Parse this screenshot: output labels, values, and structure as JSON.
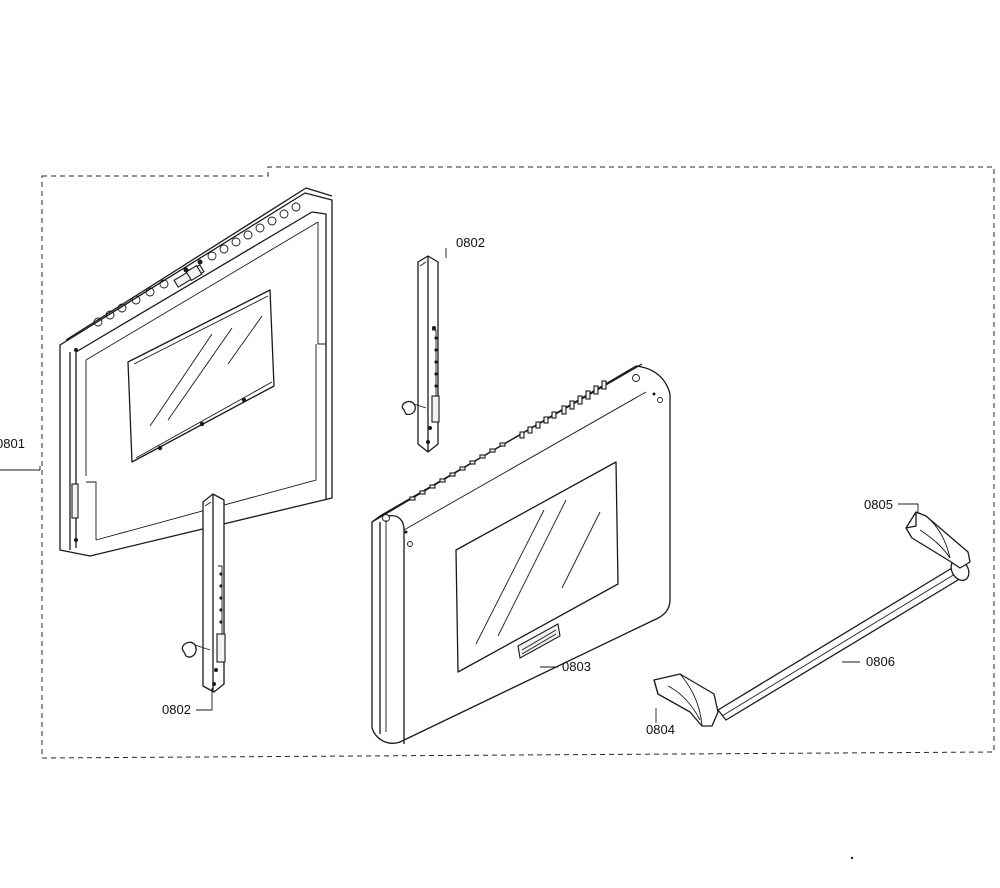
{
  "labels": {
    "inner_door_panel": "0801",
    "hinge_upper": "0802",
    "hinge_lower": "0802",
    "outer_door": "0803",
    "handle_end_left": "0804",
    "handle_end_right": "0805",
    "handle_bar": "0806"
  }
}
